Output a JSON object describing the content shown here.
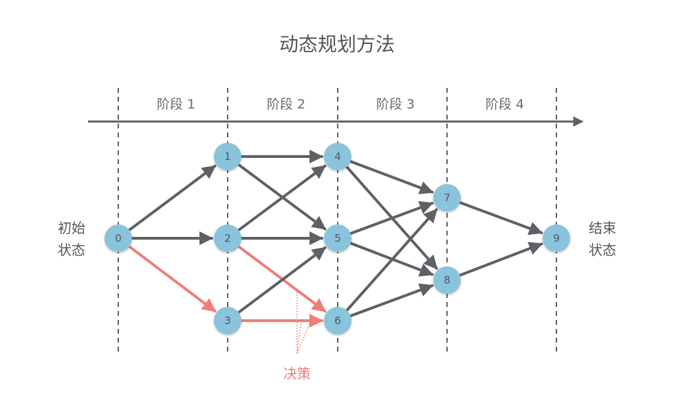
{
  "title": "动态规划方法",
  "stages": [
    "阶段 1",
    "阶段 2",
    "阶段 3",
    "阶段 4"
  ],
  "start_label": [
    "初始",
    "状态"
  ],
  "end_label": [
    "结束",
    "状态"
  ],
  "decision_label": "决策",
  "nodes": [
    {
      "id": "0",
      "label": "0"
    },
    {
      "id": "1",
      "label": "1"
    },
    {
      "id": "2",
      "label": "2"
    },
    {
      "id": "3",
      "label": "3"
    },
    {
      "id": "4",
      "label": "4"
    },
    {
      "id": "5",
      "label": "5"
    },
    {
      "id": "6",
      "label": "6"
    },
    {
      "id": "7",
      "label": "7"
    },
    {
      "id": "8",
      "label": "8"
    },
    {
      "id": "9",
      "label": "9"
    }
  ],
  "edges": [
    {
      "from": "0",
      "to": "1",
      "highlight": false
    },
    {
      "from": "0",
      "to": "2",
      "highlight": false
    },
    {
      "from": "0",
      "to": "3",
      "highlight": true
    },
    {
      "from": "1",
      "to": "4",
      "highlight": false
    },
    {
      "from": "1",
      "to": "5",
      "highlight": false
    },
    {
      "from": "2",
      "to": "4",
      "highlight": false
    },
    {
      "from": "2",
      "to": "5",
      "highlight": false
    },
    {
      "from": "2",
      "to": "6",
      "highlight": true
    },
    {
      "from": "3",
      "to": "5",
      "highlight": false
    },
    {
      "from": "3",
      "to": "6",
      "highlight": true
    },
    {
      "from": "4",
      "to": "7",
      "highlight": false
    },
    {
      "from": "4",
      "to": "8",
      "highlight": false
    },
    {
      "from": "5",
      "to": "7",
      "highlight": false
    },
    {
      "from": "5",
      "to": "8",
      "highlight": false
    },
    {
      "from": "6",
      "to": "7",
      "highlight": false
    },
    {
      "from": "6",
      "to": "8",
      "highlight": false
    },
    {
      "from": "7",
      "to": "9",
      "highlight": false
    },
    {
      "from": "8",
      "to": "9",
      "highlight": false
    }
  ],
  "colors": {
    "node_fill": "#89c3dc",
    "edge": "#5f5f66",
    "highlight": "#ee7e78",
    "axis": "#5f5f66",
    "divider": "#5f5f66"
  }
}
